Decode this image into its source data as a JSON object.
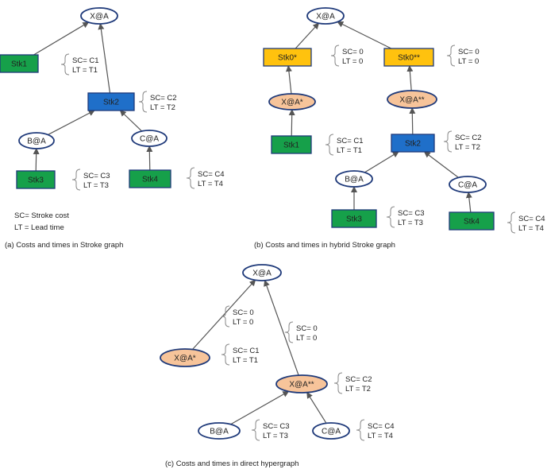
{
  "colors": {
    "green": "#16a04a",
    "blue": "#1f6fc9",
    "gold": "#ffc20e",
    "peach": "#f7c49a",
    "outline": "#1f3a7a",
    "edge": "#555555",
    "brace": "#888888"
  },
  "captions": {
    "a": "(a) Costs and times in Stroke graph",
    "b": "(b) Costs and times in hybrid Stroke graph",
    "c": "(c) Costs and times in direct hypergraph"
  },
  "legend": {
    "sc": "SC= Stroke cost",
    "lt": "LT = Lead time"
  },
  "diagrams": {
    "a": {
      "nodes": [
        {
          "id": "xa",
          "label": "X@A"
        },
        {
          "id": "stk1",
          "label": "Stk1"
        },
        {
          "id": "stk2",
          "label": "Stk2"
        },
        {
          "id": "ba",
          "label": "B@A"
        },
        {
          "id": "ca",
          "label": "C@A"
        },
        {
          "id": "stk3",
          "label": "Stk3"
        },
        {
          "id": "stk4",
          "label": "Stk4"
        }
      ],
      "annotations": [
        {
          "sc": "SC= C1",
          "lt": "LT = T1"
        },
        {
          "sc": "SC= C2",
          "lt": "LT = T2"
        },
        {
          "sc": "SC= C3",
          "lt": "LT = T3"
        },
        {
          "sc": "SC= C4",
          "lt": "LT = T4"
        }
      ]
    },
    "b": {
      "nodes": [
        {
          "id": "xa",
          "label": "X@A"
        },
        {
          "id": "stk0a",
          "label": "Stk0*"
        },
        {
          "id": "stk0b",
          "label": "Stk0**"
        },
        {
          "id": "xa1",
          "label": "X@A*"
        },
        {
          "id": "xa2",
          "label": "X@A**"
        },
        {
          "id": "stk1",
          "label": "Stk1"
        },
        {
          "id": "stk2",
          "label": "Stk2"
        },
        {
          "id": "ba",
          "label": "B@A"
        },
        {
          "id": "ca",
          "label": "C@A"
        },
        {
          "id": "stk3",
          "label": "Stk3"
        },
        {
          "id": "stk4",
          "label": "Stk4"
        }
      ],
      "annotations": [
        {
          "sc": "SC= 0",
          "lt": "LT = 0"
        },
        {
          "sc": "SC= 0",
          "lt": "LT = 0"
        },
        {
          "sc": "SC= C1",
          "lt": "LT = T1"
        },
        {
          "sc": "SC= C2",
          "lt": "LT = T2"
        },
        {
          "sc": "SC= C3",
          "lt": "LT = T3"
        },
        {
          "sc": "SC= C4",
          "lt": "LT = T4"
        }
      ]
    },
    "c": {
      "nodes": [
        {
          "id": "xa",
          "label": "X@A"
        },
        {
          "id": "xa1",
          "label": "X@A*"
        },
        {
          "id": "xa2",
          "label": "X@A**"
        },
        {
          "id": "ba",
          "label": "B@A"
        },
        {
          "id": "ca",
          "label": "C@A"
        }
      ],
      "annotations": [
        {
          "sc": "SC= 0",
          "lt": "LT = 0"
        },
        {
          "sc": "SC= 0",
          "lt": "LT = 0"
        },
        {
          "sc": "SC= C1",
          "lt": "LT = T1"
        },
        {
          "sc": "SC= C2",
          "lt": "LT = T2"
        },
        {
          "sc": "SC= C3",
          "lt": "LT = T3"
        },
        {
          "sc": "SC= C4",
          "lt": "LT = T4"
        }
      ]
    }
  }
}
